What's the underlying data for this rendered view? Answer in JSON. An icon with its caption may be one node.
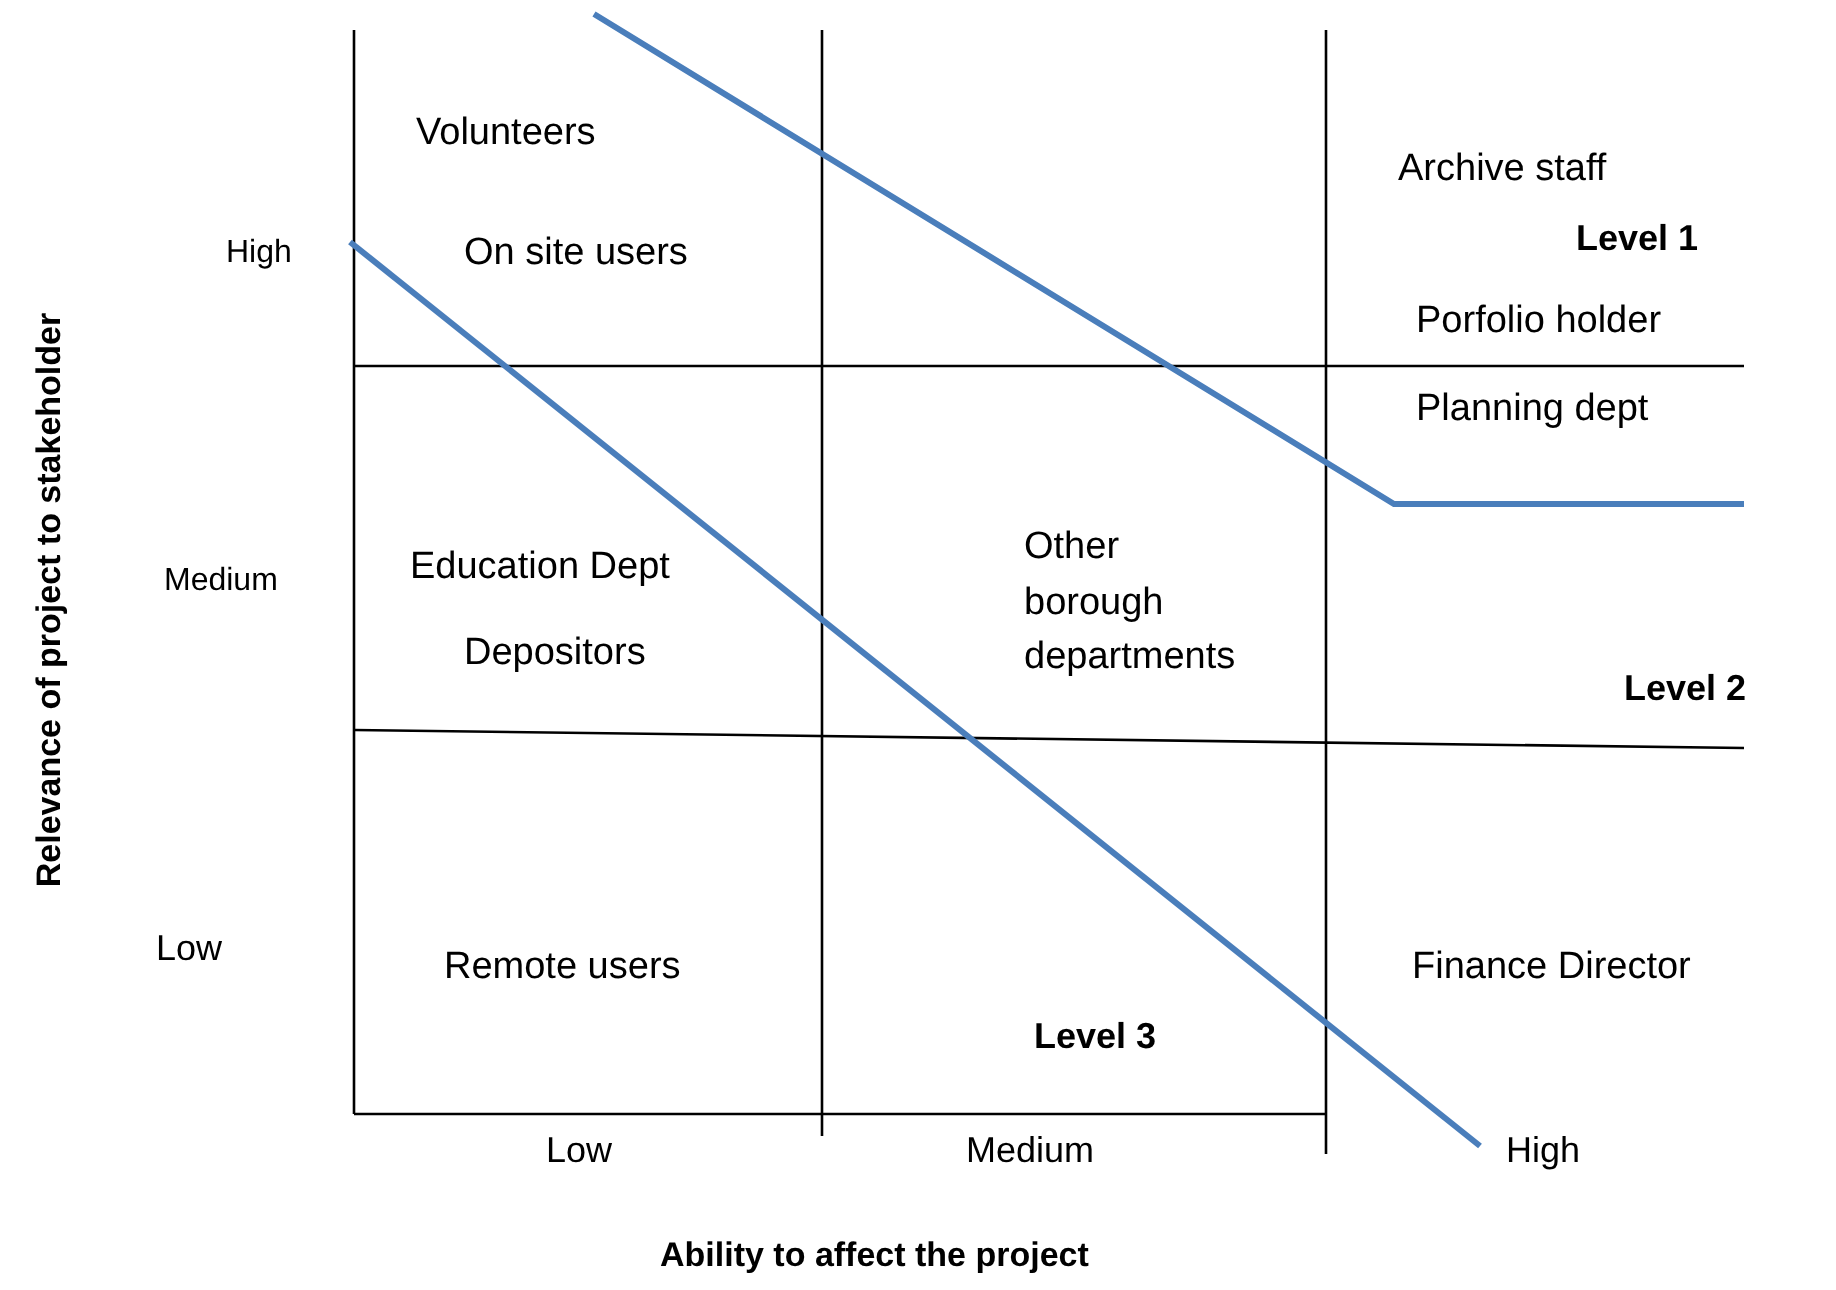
{
  "diagram": {
    "labels": [
      "Relevance of project to stakeholder",
      "High",
      "Volunteers",
      "Archive staff",
      "On site users",
      "Level 1",
      "Porfolio holder",
      "Planning dept",
      "Medium",
      "Education Dept",
      "Other borough departments",
      "Depositors",
      "Level 2",
      "Low",
      "Remote users",
      "Finance Director",
      "Level 3",
      "Low",
      "Medium",
      "High",
      "Ability to affect the project"
    ]
  }
}
